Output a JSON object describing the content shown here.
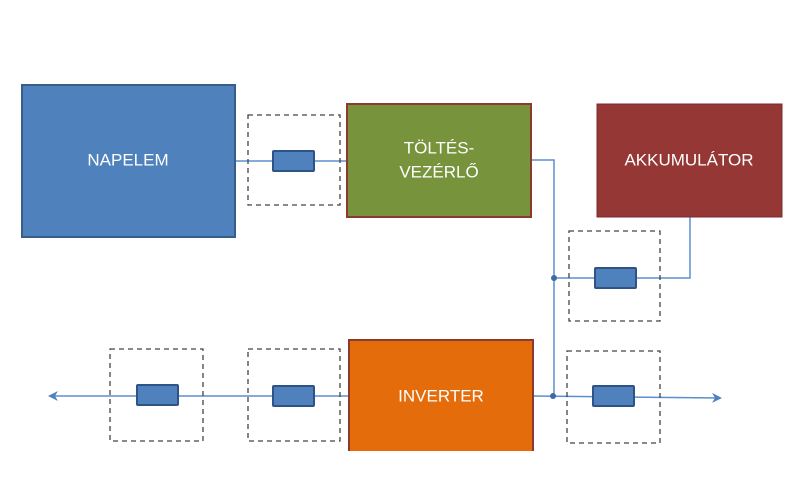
{
  "blocks": {
    "solar_panel": {
      "label": "NAPELEM",
      "color": "#4f81bd"
    },
    "charge_controller": {
      "line1": "TÖLTÉS-",
      "line2": "VEZÉRLŐ",
      "color": "#77933c"
    },
    "battery": {
      "label": "AKKUMULÁTOR",
      "color": "#953735"
    },
    "inverter": {
      "label": "INVERTER",
      "color": "#e46c0a"
    }
  }
}
